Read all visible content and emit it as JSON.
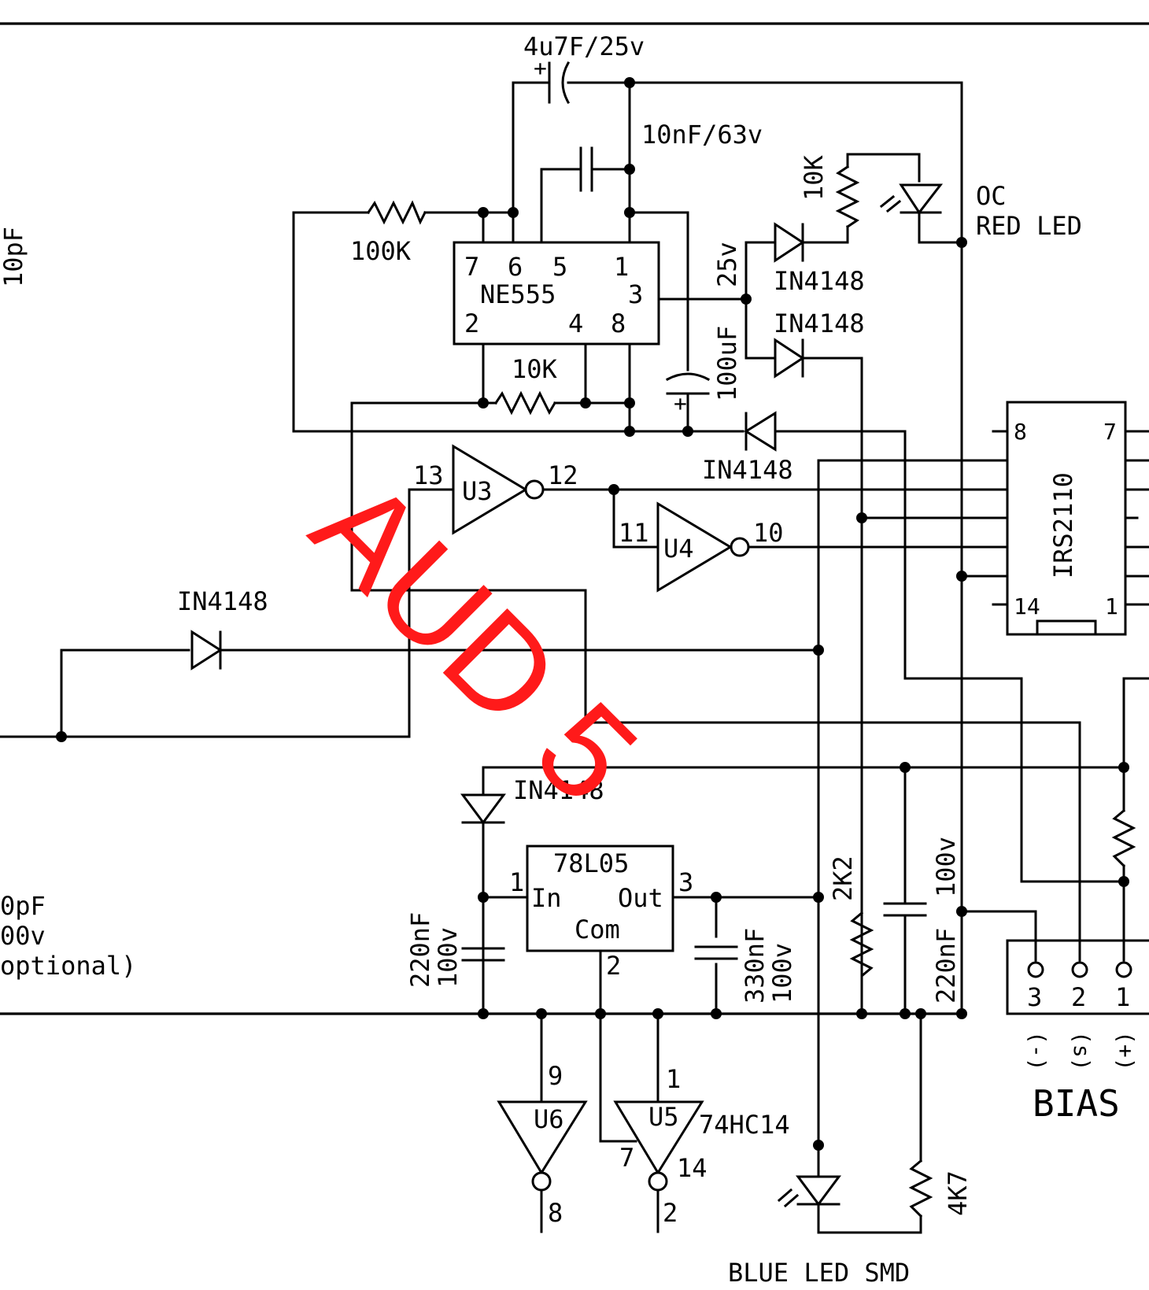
{
  "labels": {
    "left_cap": "10pF",
    "left_cap2_a": "0pF",
    "left_cap2_b": "00v",
    "left_cap2_c": "optional)",
    "c_4u7": "4u7F/25v",
    "c_10n": "10nF/63v",
    "r_100k": "100K",
    "r_10k_top": "10K",
    "r_10k_mid": "10K",
    "ne555_name": "NE555",
    "ne555_p7": "7",
    "ne555_p6": "6",
    "ne555_p5": "5",
    "ne555_p1": "1",
    "ne555_p3": "3",
    "ne555_p2": "2",
    "ne555_p4": "4",
    "ne555_p8": "8",
    "c_25v": "25v",
    "c_100uF": "100uF",
    "d1": "IN4148",
    "d2": "IN4148",
    "d3": "IN4148",
    "d4": "IN4148",
    "d5": "IN4148",
    "oc_line1": "OC",
    "oc_line2": "RED LED",
    "u3": "U3",
    "u3_in": "13",
    "u3_out": "12",
    "u4": "U4",
    "u4_in": "11",
    "u4_out": "10",
    "irs": "IRS2110",
    "irs_p8": "8",
    "irs_p7": "7",
    "irs_p14": "14",
    "irs_p1": "1",
    "reg": "78L05",
    "reg_in": "In",
    "reg_out": "Out",
    "reg_com": "Com",
    "reg_p1": "1",
    "reg_p2": "2",
    "reg_p3": "3",
    "c_220n_a": "220nF",
    "c_220n_b": "100v",
    "c_330n_a": "330nF",
    "c_330n_b": "100v",
    "r_2k2": "2K2",
    "c_220n2_a": "220nF",
    "c_220n2_b": "100v",
    "r_4k7": "4K7",
    "u6": "U6",
    "u6_p9": "9",
    "u6_p8": "8",
    "u5": "U5",
    "u5_p1": "1",
    "u5_p2": "2",
    "u5_p7": "7",
    "u5_p14": "14",
    "hc14": "74HC14",
    "blue_led": "BLUE LED SMD",
    "bias": "BIAS",
    "bias_p3": "3",
    "bias_p2": "2",
    "bias_p1": "1",
    "bias_n": "(-)",
    "bias_s": "(s)",
    "bias_p": "(+)",
    "watermark": "AUD 5"
  },
  "colors": {
    "ink": "#000000",
    "watermark": "#ff1a1a",
    "paper": "#ffffff"
  }
}
